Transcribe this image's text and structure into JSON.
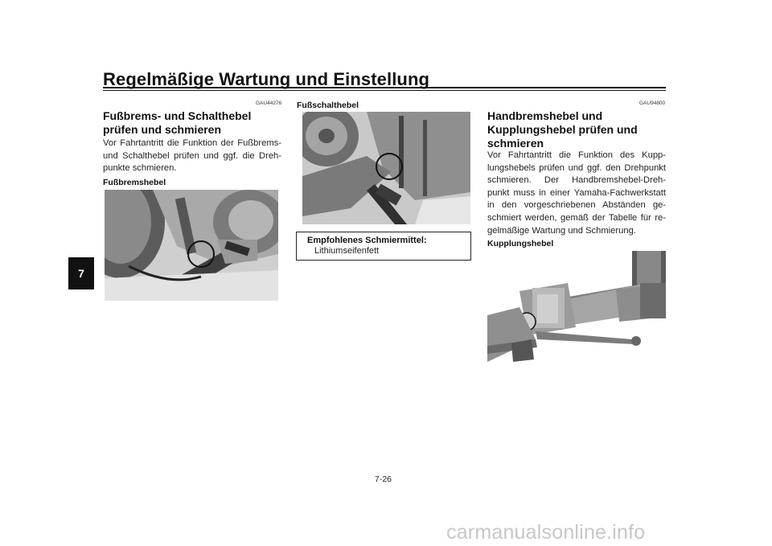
{
  "header": {
    "title": "Regelmäßige Wartung und Einstellung"
  },
  "chapter_tab": "7",
  "left_column": {
    "code": "GAU44276",
    "heading_lines": [
      "Fußbrems- und Schalthebel",
      "prüfen und schmieren"
    ],
    "body_lines": [
      "Vor Fahrtantritt die Funktion der Fußbrems-",
      "und Schalthebel prüfen und ggf. die Dreh-",
      "punkte schmieren."
    ],
    "subheading": "Fußbremshebel"
  },
  "middle_column": {
    "subheading": "Fußschalthebel",
    "lubricant_box": {
      "title": "Empfohlenes Schmiermittel:",
      "value": "Lithiumseifenfett"
    }
  },
  "right_column": {
    "code": "GAU94800",
    "heading_lines": [
      "Handbremshebel und",
      "Kupplungshebel prüfen und",
      "schmieren"
    ],
    "body_lines": [
      "Vor Fahrtantritt die Funktion des Kupp-",
      "lungshebels prüfen und ggf. den Drehpunkt",
      "schmieren. Der Handbremshebel-Dreh-",
      "punkt muss in einer Yamaha-Fachwerkstatt",
      "in den vorgeschriebenen Abständen ge-",
      "schmiert werden, gemäß der Tabelle für re-",
      "gelmäßige Wartung und Schmierung."
    ],
    "subheading": "Kupplungshebel"
  },
  "footer": {
    "page_number": "7-26",
    "watermark": "carmanualsonline.info"
  }
}
